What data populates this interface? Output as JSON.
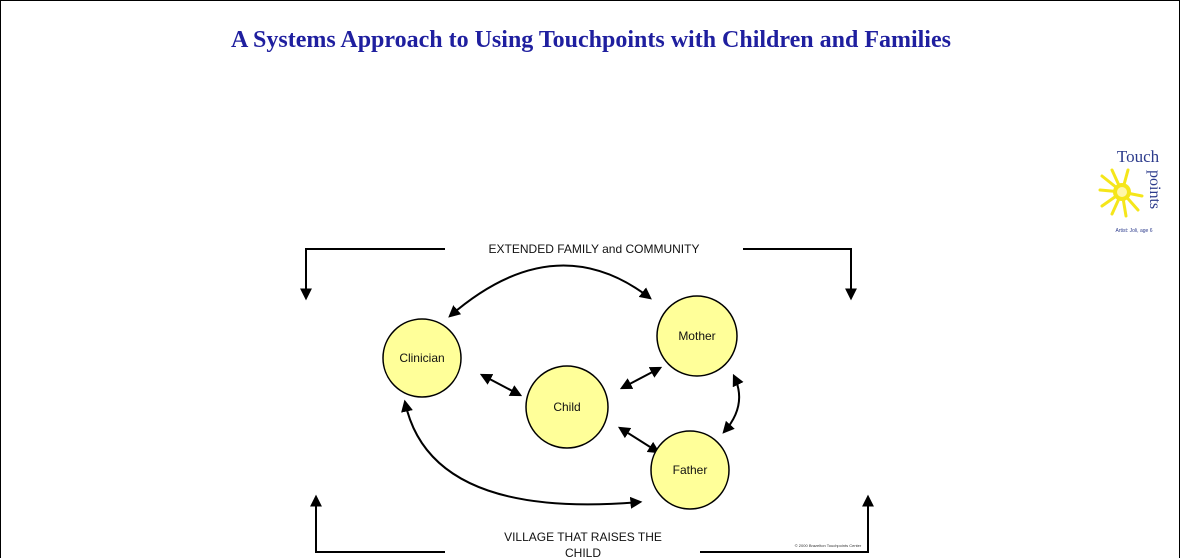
{
  "slide": {
    "title": "A Systems Approach to Using Touchpoints with Children and Families"
  },
  "logo": {
    "word1": "Touch",
    "word2": "points",
    "caption": "Artist: Joli, age 6",
    "sun_color": "#f5e61a",
    "text_color": "#2c3b8c"
  },
  "diagram": {
    "outer_top_label": "EXTENDED FAMILY and COMMUNITY",
    "outer_bottom_label_line1": "VILLAGE THAT RAISES THE",
    "outer_bottom_label_line2": "CHILD",
    "copyright": "© 2000 Brazelton Touchpoints Center",
    "nodes": {
      "clinician": "Clinician",
      "child": "Child",
      "mother": "Mother",
      "father": "Father"
    },
    "node_fill": "#ffff99"
  }
}
